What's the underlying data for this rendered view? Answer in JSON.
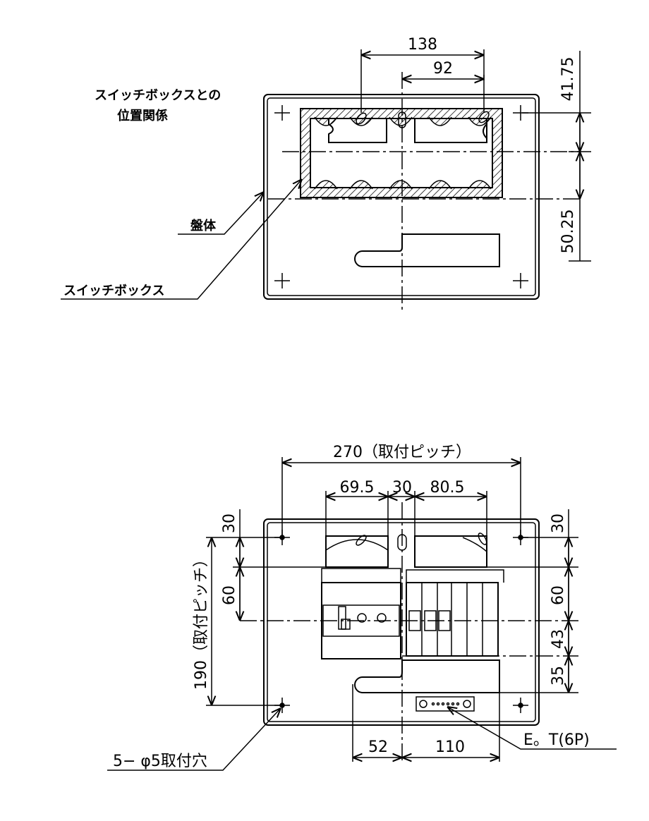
{
  "top": {
    "title_line1": "スイッチボックスとの",
    "title_line2": "位置関係",
    "label_body": "盤体",
    "label_switchbox": "スイッチボックス",
    "dim_138": "138",
    "dim_92": "92",
    "dim_41_75": "41.75",
    "dim_50_25": "50.25"
  },
  "bottom": {
    "dim_270": "270（取付ピッチ）",
    "dim_69_5": "69.5",
    "dim_30_mid": "30",
    "dim_80_5": "80.5",
    "dim_30_left": "30",
    "dim_30_right": "30",
    "dim_60_left": "60",
    "dim_60_right": "60",
    "dim_43": "43",
    "dim_35": "35",
    "dim_190": "190（取付ピッチ）",
    "dim_52": "52",
    "dim_110": "110",
    "label_et": "E。T(6P)",
    "label_holes": "5− φ5取付穴"
  }
}
